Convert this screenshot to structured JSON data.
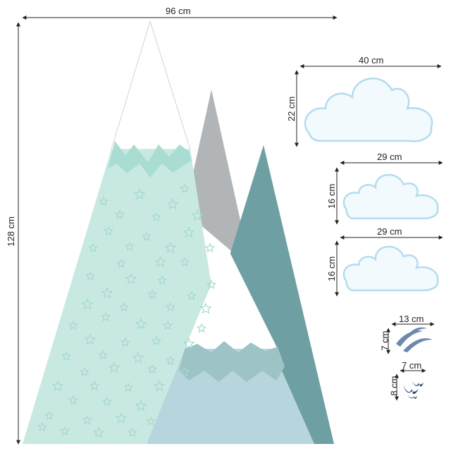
{
  "colors": {
    "mint": "#c8e9e2",
    "mint_cap": "#a9ddd2",
    "star_outline": "#a3d8cc",
    "grey": "#b2b5b7",
    "teal": "#6e9fa3",
    "front": "#b6d5dc",
    "front_cap": "#9ec3c7",
    "snow": "#ffffff",
    "outline": "#c9c9c9",
    "cloud_fill": "#f2fafd",
    "cloud_edge": "#b3dcf0",
    "bird_light": "#6d88ab",
    "bird_dark": "#27446d",
    "dimension_line": "#222222"
  },
  "dimensions": {
    "mountain_width": "96 cm",
    "mountain_height": "128 cm",
    "cloud_large_width": "40 cm",
    "cloud_large_height": "22 cm",
    "cloud_medium_width": "29 cm",
    "cloud_medium_height": "16 cm",
    "cloud_small_width": "29 cm",
    "cloud_small_height": "16 cm",
    "birds_light_width": "13 cm",
    "birds_light_height": "7 cm",
    "birds_dark_width": "7 cm",
    "birds_dark_height": "8 cm"
  },
  "icons": {
    "mountains": "mountains-icon",
    "star": "star-icon",
    "cloud": "cloud-icon",
    "birds": "birds-icon"
  }
}
